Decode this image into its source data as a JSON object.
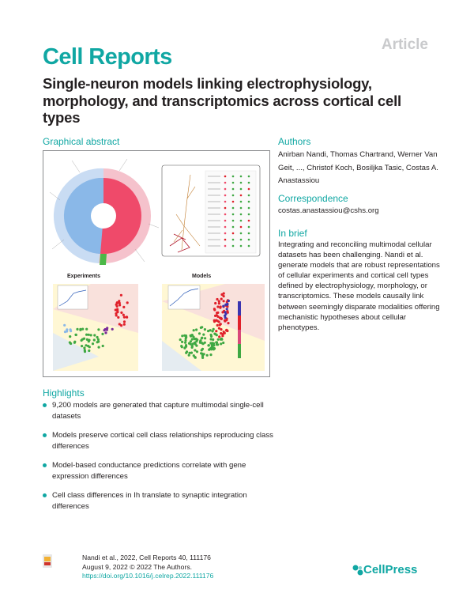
{
  "header": {
    "article_tag": "Article",
    "journal": "Cell Reports",
    "title": "Single-neuron models linking electrophysiology, morphology, and transcriptomics across cortical cell types"
  },
  "graphical_abstract": {
    "heading": "Graphical abstract",
    "panel_experiments": "Experiments",
    "panel_models": "Models",
    "colors": {
      "excitatory": "#ef4a6a",
      "inhibitory": "#8ab8e8",
      "green": "#4cb848",
      "frame": "#8b8c8e"
    }
  },
  "authors": {
    "heading": "Authors",
    "names": "Anirban Nandi, Thomas Chartrand, Werner Van Geit, ..., Christof Koch, Bosiljka Tasic, Costas A. Anastassiou"
  },
  "correspondence": {
    "heading": "Correspondence",
    "email": "costas.anastassiou@cshs.org"
  },
  "in_brief": {
    "heading": "In brief",
    "text": "Integrating and reconciling multimodal cellular datasets has been challenging. Nandi et al. generate models that are robust representations of cellular experiments and cortical cell types defined by electrophysiology, morphology, or transcriptomics. These models causally link between seemingly disparate modalities offering mechanistic hypotheses about cellular phenotypes."
  },
  "highlights": {
    "heading": "Highlights",
    "items": [
      "9,200 models are generated that capture multimodal single-cell datasets",
      "Models preserve cortical cell class relationships reproducing class differences",
      "Model-based conductance predictions correlate with gene expression differences",
      "Cell class differences in Ih translate to synaptic integration differences"
    ]
  },
  "footer": {
    "citation": "Nandi et al., 2022, Cell Reports 40, 111176",
    "date": "August 9, 2022 © 2022 The Authors.",
    "doi": "https://doi.org/10.1016/j.celrep.2022.111176",
    "publisher": "CellPress"
  }
}
